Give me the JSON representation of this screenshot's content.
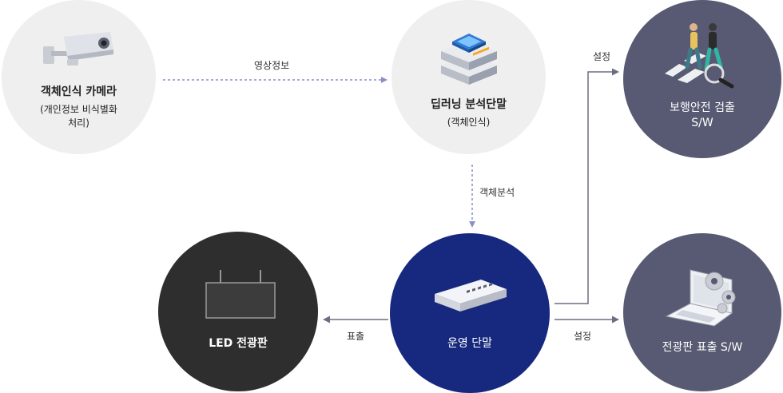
{
  "nodes": {
    "camera": {
      "title": "객체인식 카메라",
      "sub1": "(개인정보 비식별화",
      "sub2": "처리)"
    },
    "deep_learning": {
      "title": "딥러닝 분석단말",
      "sub": "(객체인식)"
    },
    "pedestrian": {
      "line1": "보행안전 검출",
      "line2": "S/W"
    },
    "led_panel": {
      "title": "LED 전광판"
    },
    "operation": {
      "title": "운영 단말"
    },
    "panel_sw": {
      "title": "전광판 표출 S/W"
    }
  },
  "edges": {
    "video_info": "영상정보",
    "object_analysis": "객체분석",
    "display": "표출",
    "setting_top": "설정",
    "setting_bottom": "설정"
  },
  "colors": {
    "light": "#efefef",
    "slate": "#575a72",
    "dark": "#2e2e2e",
    "navy": "#17297f",
    "dotted": "#8a8fc7",
    "solid": "#6b6e80"
  },
  "icons": [
    "camera-icon",
    "server-icon",
    "pedestrians-icon",
    "led-board-icon",
    "router-icon",
    "laptop-gears-icon"
  ]
}
